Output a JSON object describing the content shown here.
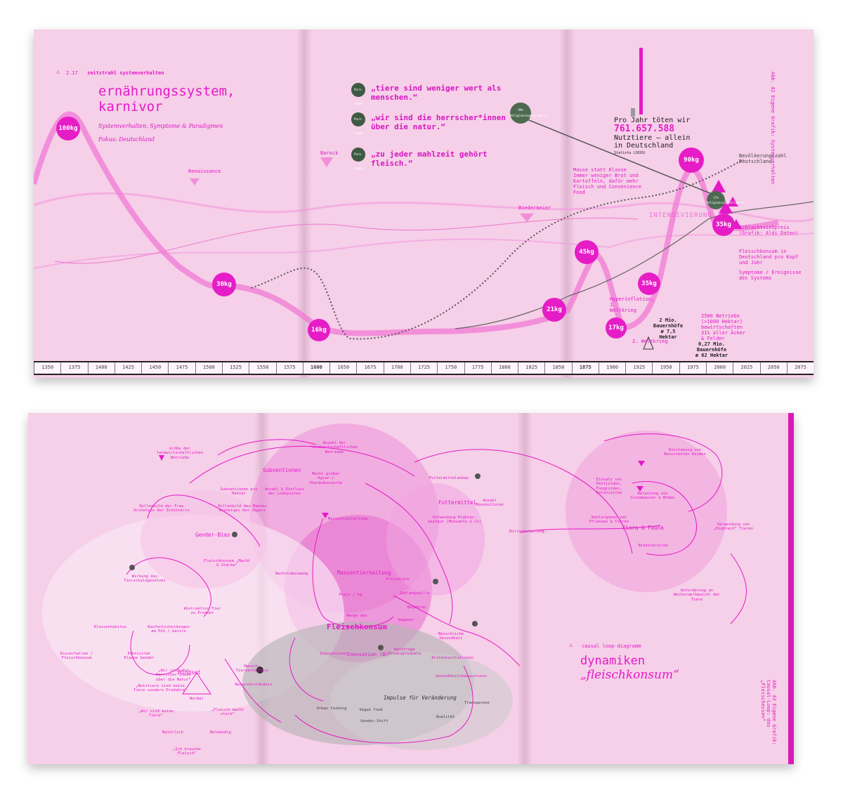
{
  "top": {
    "section_no": "2.17",
    "section_label": "zeitstrahl systemverhalten",
    "title_line1": "ernährungssystem,",
    "title_line2": "karnivor",
    "subtitle_line1": "Systemverhalten, Symptome & Paradigmen",
    "subtitle_line2": "Fokus: Deutschland",
    "paradigm_badge": "Para-digma",
    "paradigms": [
      "„tiere sind weniger wert als menschen.“",
      "„wir sind die herrscher*innen über die natur.“",
      "„zu jeder mahlzeit gehört fleisch.“"
    ],
    "kill_stat_line1": "Pro Jahr töten wir",
    "kill_stat_number": "761.657.588",
    "kill_stat_line2": "Nutztiere – allein",
    "kill_stat_line3": "in Deutschland",
    "kill_stat_source": "Statista (2020)",
    "religion_badge": "99% Religionszugehörigkeit",
    "religion_badge_2": "17% Religionszugehörigkeit",
    "bubbles": [
      "100kg",
      "30kg",
      "16kg",
      "21kg",
      "45kg",
      "17kg",
      "35kg",
      "90kg",
      "35kg"
    ],
    "legend": {
      "population": "Bevölkerungszahl Deutschland",
      "meat_price": "Schlachtviehpreis (Grafik: Aldi Daten)",
      "consumption": "Fleischkonsum in Deutschland pro Kopf und Jahr",
      "symptoms": "Symptome / Ereignisse des Systems"
    },
    "events": {
      "renaissance": "Renaissance",
      "baroque": "Barock",
      "biedermeier": "Biedermeier",
      "mass_not_class": "Masse statt Klasse Immer weniger Brot und Kartoffeln, dafür mehr Fleisch und Convenience Food",
      "hyperinflation": "Hyperinflation, 1. Weltkrieg",
      "ww2": "2. Weltkrieg",
      "intensification": "INTENSIVIERUNG",
      "farms_2000": "2 Mio. Bauernhöfe ø 7,5 Hektar",
      "farms_2020": "0,27 Mio. Bauernhöfe ø 62 Hektar",
      "farm_stat": "2500 Betriebe (>1000 Hektar) bewirtschaften 31% aller Äcker & Felder"
    },
    "side_label": "Abb. 42 Eigene Grafik: Systemverhalten",
    "axis_years": [
      "1350",
      "1375",
      "1400",
      "1425",
      "1450",
      "1475",
      "1500",
      "1525",
      "1550",
      "1575",
      "1600",
      "1650",
      "1675",
      "1700",
      "1725",
      "1750",
      "1775",
      "1800",
      "1825",
      "1850",
      "1875",
      "1900",
      "1925",
      "1950",
      "1975",
      "2000",
      "2025",
      "2050",
      "2075"
    ]
  },
  "bottom": {
    "heading_label": "causal loop-diagramm",
    "heading_line1": "dynamiken",
    "heading_line2": "„fleischkonsum“",
    "side_label": "Abb. 43 Eigene Grafik: Causal-Loop: das „Fleischessen“",
    "clusters": [
      "Subventionen",
      "Futtermittel",
      "Gender-Bias",
      "Massentierhaltung",
      "Flora & Fauna",
      "Mindset",
      "Innovation (B)",
      "Impulse für Veränderung"
    ],
    "center": "Fleischkonsum",
    "center_label": "Menge des",
    "nodes": [
      "Größe der landwirtschaftlichen Betriebe",
      "Anzahl der landwirtschaftlichen Betriebe",
      "Macht großer Agrar-/ Pharmakonzerne",
      "Subventionen pro Hektar",
      "Anzahl & Einfluss der Lobbyisten",
      "Rollenbild der Frau Archetyps der Schützerin",
      "Rollenbild des Mannes Archetyps des Jägers",
      "Fleischkonsum „Macht & Stärke“",
      "Wirkung des Tierschutzgesetzes",
      "Abstraktion Tier zu Produkt",
      "Kaufentscheidungen am PoS / Gastro",
      "Klassenhabitus",
      "Essverhalten / Fleischkonsum",
      "Ethnizität Klasse Gender",
      "Mensch-Tierverhältnis",
      "Naturverständnis",
      "Massentierhaltung",
      "Wachstumszwang",
      "Preisdruck",
      "Preis / kg",
      "Zahlungswille",
      "Begehren",
      "Futtermittelanbau",
      "Anzahl Monokulturen",
      "Verwendung Hightec-Saatgut (Monsanto & Co)",
      "Nitratbelastung",
      "Einsatz von Pestiziden, Fungiziden, Antibiotika",
      "Entstehung von Resistenten Keimen",
      "Wohlergehen von Pflanzen & Tieren",
      "Belastung von Grundwasser & Böden",
      "Biodiversität",
      "Verwendung von „Hightech“ Tieren",
      "Anforderung an Wachstum/Gewicht der Tiere",
      "Menschliche Gesundheit",
      "Arztkonsultationen",
      "Gesundheitsbewusstsein",
      "Nachfrage Ersatzprodukte",
      "Innovationen",
      "Veganer",
      "Vegan food",
      "Urban farming",
      "Gender-Shift",
      "Qualität",
      "Transparenz",
      "„Nutztiere sind keine Tiere sondern Produkte“",
      "„Wir sind die Herrscher*innen über die Natur“",
      "„Wir sind keine Tiere“",
      "„Fleisch macht stark“",
      "„Ich brauche Fleisch“",
      "Normal",
      "Natürlich",
      "Notwendig"
    ]
  },
  "colors": {
    "accent": "#e619c8",
    "paper": "#f6cfe8",
    "badge_green": "#3f5a43",
    "grey_zone": "#b7b3b5"
  }
}
